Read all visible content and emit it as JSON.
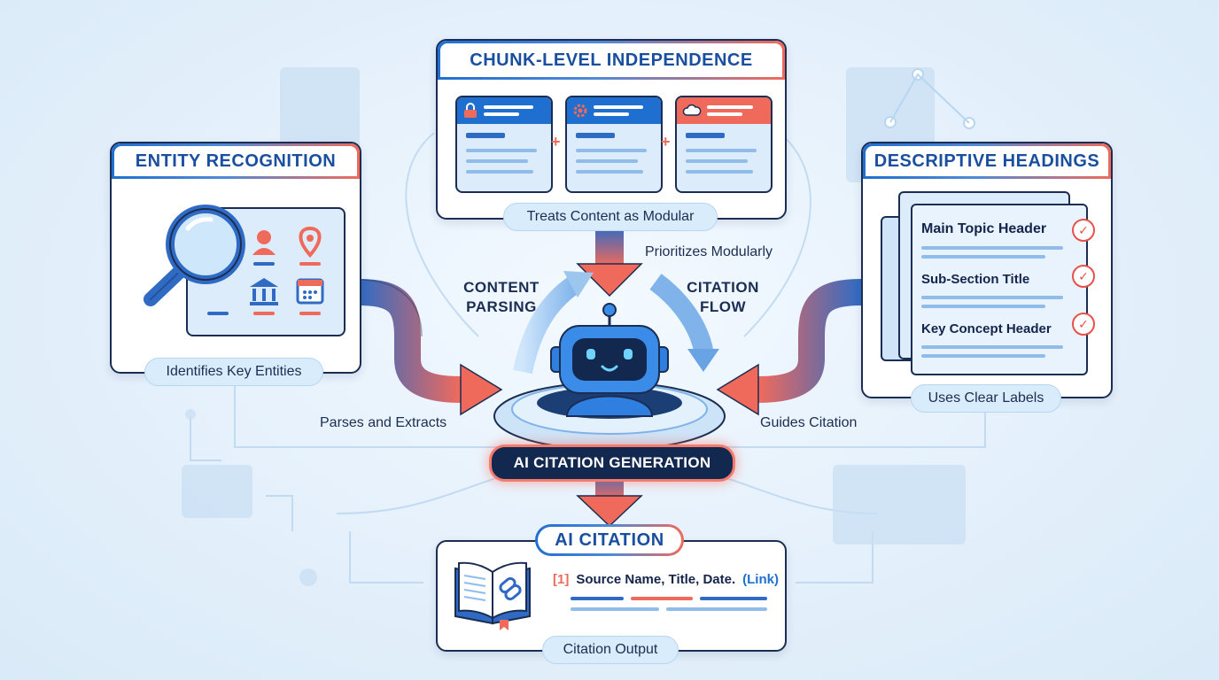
{
  "entity_recognition": {
    "title": "ENTITY RECOGNITION",
    "caption": "Identifies Key Entities",
    "icons": [
      "magnifying-glass-icon",
      "person-icon",
      "location-pin-icon",
      "bank-icon",
      "calendar-icon"
    ]
  },
  "chunk_independence": {
    "title": "CHUNK-LEVEL INDEPENDENCE",
    "caption": "Treats Content as Modular",
    "cards": [
      {
        "icon": "lock-icon",
        "color": "#1f6fd0"
      },
      {
        "icon": "gear-icon",
        "color": "#1f6fd0"
      },
      {
        "icon": "cloud-icon",
        "color": "#f06a5c"
      }
    ]
  },
  "descriptive_headings": {
    "title": "DESCRIPTIVE HEADINGS",
    "caption": "Uses Clear Labels",
    "headings": [
      "Main Topic Header",
      "Sub-Section Title",
      "Key Concept Header"
    ]
  },
  "flow": {
    "prioritizes": "Prioritizes Modularly",
    "content_parsing": "CONTENT\nPARSING",
    "citation_flow": "CITATION\nFLOW",
    "parses_extracts": "Parses and Extracts",
    "guides_citation": "Guides Citation"
  },
  "generation": {
    "label": "AI CITATION GENERATION"
  },
  "ai_citation": {
    "title": "AI CITATION",
    "marker": "[1]",
    "citation_text": "Source Name, Title, Date.",
    "link_text": "(Link)",
    "caption": "Citation Output"
  },
  "colors": {
    "primary_blue": "#1f6fd0",
    "accent_coral": "#f06a5c",
    "navy": "#13284f",
    "light_blue": "#d9ecfb"
  }
}
